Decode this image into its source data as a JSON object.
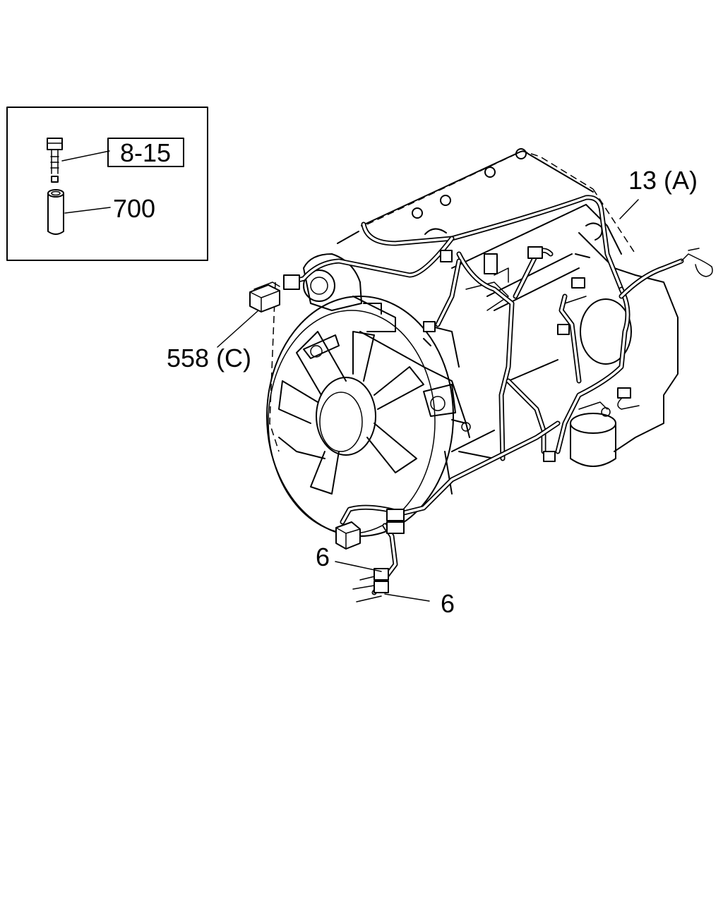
{
  "inset": {
    "bolt_ref": "8-15",
    "collar_ref": "700"
  },
  "callouts": {
    "harness": "13 (A)",
    "cap": "558 (C)",
    "connector_upper": "6",
    "connector_lower": "6"
  }
}
